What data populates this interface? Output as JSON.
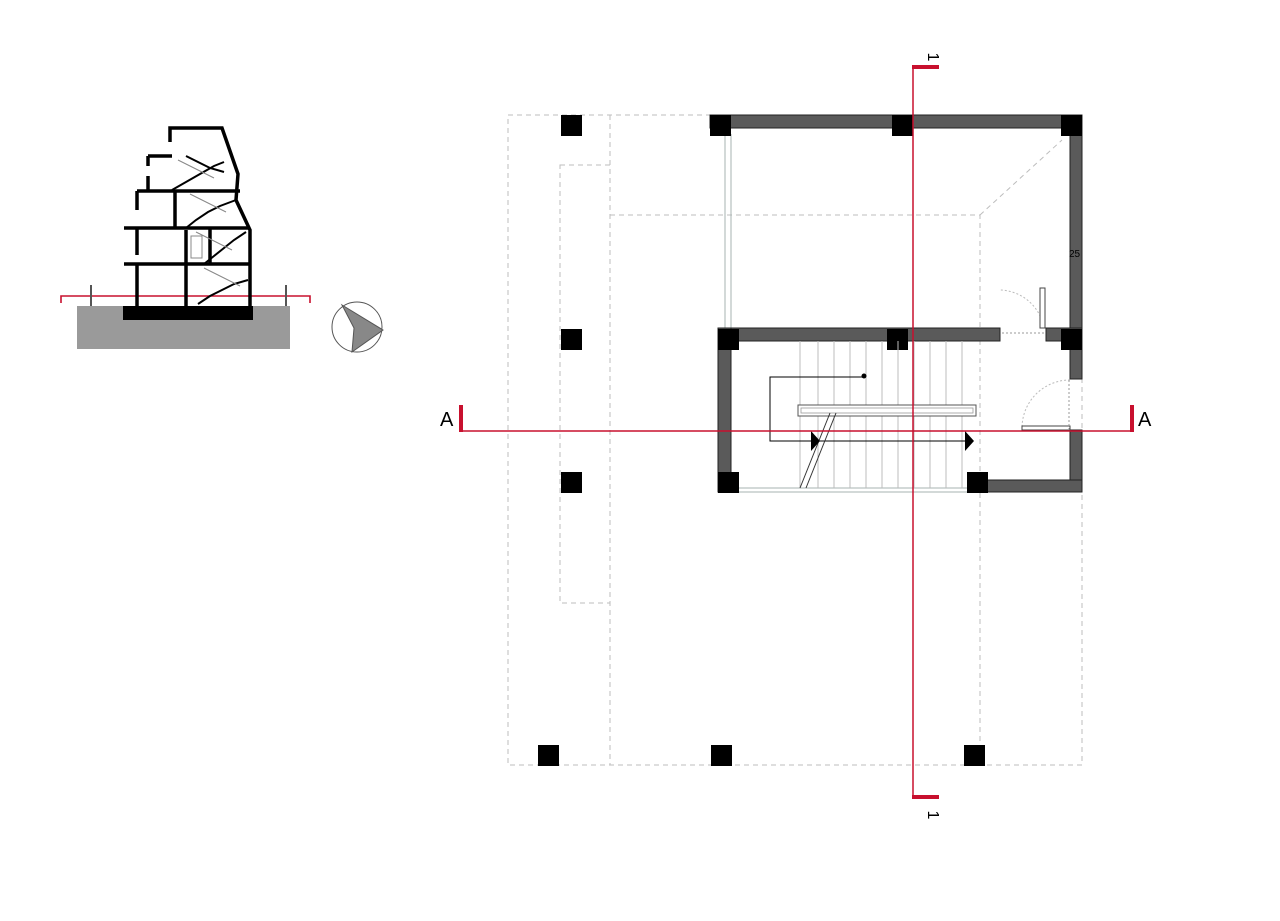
{
  "labels": {
    "section_a_left": "A",
    "section_a_right": "A",
    "section_1_top": "1",
    "section_1_bottom": "1",
    "dimension": "25"
  },
  "colors": {
    "section_line": "#c8102e",
    "wall": "#5a5a5a",
    "column": "#000000",
    "ground": "#9a9a9a",
    "dashed": "#bdbdbd",
    "thin": "#a7b3b0"
  },
  "icons": {
    "north": "north-arrow-icon"
  }
}
